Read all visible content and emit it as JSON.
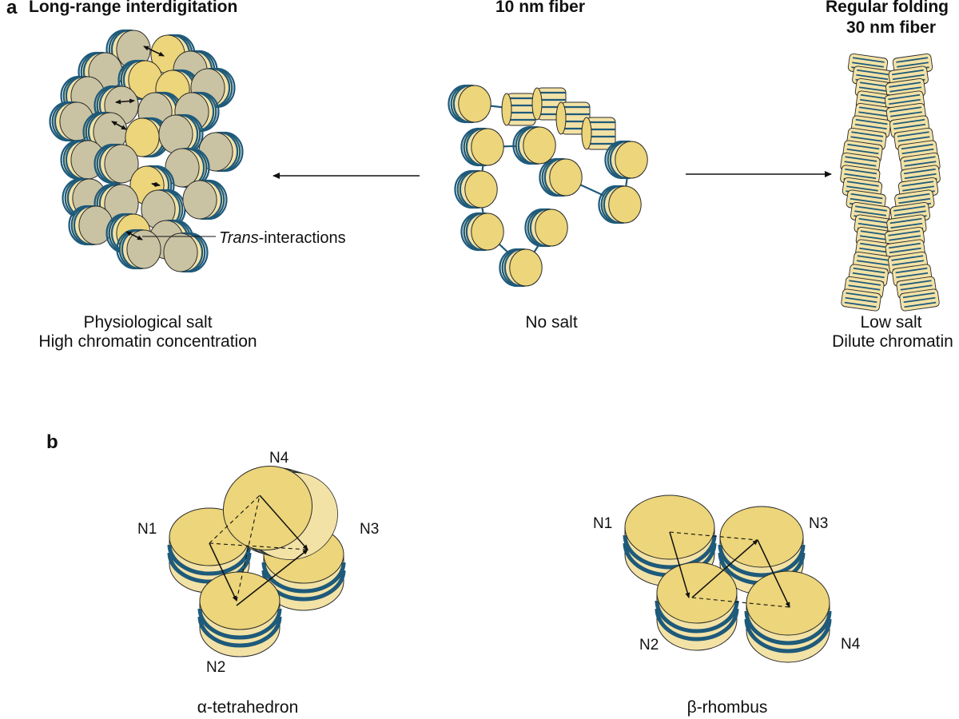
{
  "panel_a": {
    "letter": "a",
    "left": {
      "title": "Long-range interdigitation",
      "annotation_italic": "Trans",
      "annotation_rest": "-interactions",
      "condition_1": "Physiological salt",
      "condition_2": "High chromatin concentration"
    },
    "middle": {
      "title": "10 nm fiber",
      "condition_1": "No salt"
    },
    "right": {
      "title_1": "Regular folding",
      "title_2": "30 nm fiber",
      "condition_1": "Low salt",
      "condition_2": "Dilute chromatin"
    }
  },
  "panel_b": {
    "letter": "b",
    "tetrahedron": {
      "caption": "α-tetrahedron",
      "labels": [
        "N1",
        "N2",
        "N3",
        "N4"
      ]
    },
    "rhombus": {
      "caption": "β-rhombus",
      "labels": [
        "N1",
        "N2",
        "N3",
        "N4"
      ]
    }
  },
  "colors": {
    "nucleosome_yellow": "#ecd57a",
    "nucleosome_pale": "#f3e2a6",
    "nucleosome_grey": "#c9c3a3",
    "dna_blue": "#1e5a7a",
    "outline": "#2a2a2a"
  }
}
